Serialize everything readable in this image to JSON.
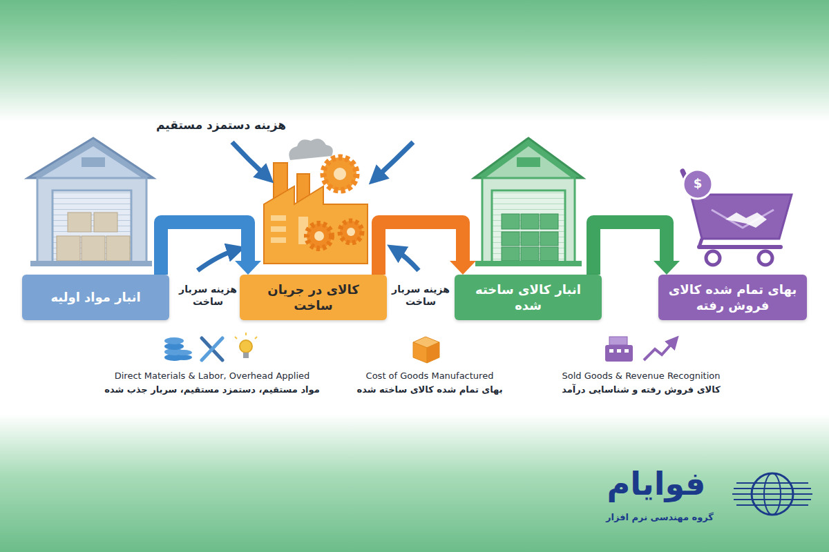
{
  "diagram": {
    "nodes": [
      {
        "text": [
          "انبار مواد اولیه"
        ]
      },
      {
        "text": [
          "کالای در جریان ساخت"
        ]
      },
      {
        "text": [
          "انبار کالای ساخته شده"
        ]
      },
      {
        "text": [
          "بهای تمام شده کالای فروش رفته"
        ]
      }
    ],
    "edges": [
      {
        "from": 0,
        "to": 1,
        "arrow": "to"
      },
      {
        "from": 1,
        "to": 2,
        "arrow": "to"
      },
      {
        "from": 2,
        "to": 3,
        "arrow": "to"
      }
    ],
    "labels": [
      "هزینه دستمزد مستقیم",
      "هزینه سربار ساخت",
      "هزینه سربار ساخت",
      "Direct Materials & Labor, Overhead Applied",
      "مواد مستقیم، دستمزد مستقیم، سربار جذب شده",
      "Cost of Goods Manufactured",
      "بهای تمام شده کالای ساخته شده",
      "Sold Goods & Revenue Recognition",
      "کالای فروش رفته و شناسایی درآمد",
      "$",
      "فوایام",
      "گروه مهندسی نرم افزار"
    ]
  }
}
